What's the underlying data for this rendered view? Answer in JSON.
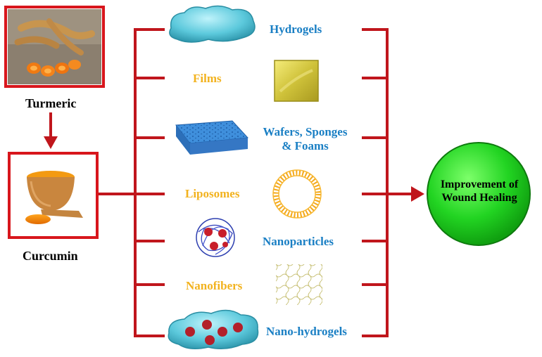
{
  "source": {
    "label": "Turmeric"
  },
  "compound": {
    "label": "Curcumin"
  },
  "formulations": [
    {
      "label": "Hydrogels",
      "color": "#1a7fc4"
    },
    {
      "label": "Films",
      "color": "#f2b21e"
    },
    {
      "label": "Wafers, Sponges",
      "label2": "& Foams",
      "color": "#1a7fc4"
    },
    {
      "label": "Liposomes",
      "color": "#f2b21e"
    },
    {
      "label": "Nanoparticles",
      "color": "#1a7fc4"
    },
    {
      "label": "Nanofibers",
      "color": "#f2b21e"
    },
    {
      "label": "Nano-hydrogels",
      "color": "#1a7fc4"
    }
  ],
  "outcome": {
    "line1": "Improvement of",
    "line2": "Wound Healing",
    "color": "#22d422"
  },
  "colors": {
    "connector": "#c0161c",
    "frame": "#d8161c"
  },
  "icons": [
    "turmeric-photo",
    "curcumin-bowl-photo",
    "hydrogel-icon",
    "film-icon",
    "sponge-icon",
    "liposome-icon",
    "nanoparticle-icon",
    "nanofiber-icon",
    "nano-hydrogel-icon"
  ]
}
